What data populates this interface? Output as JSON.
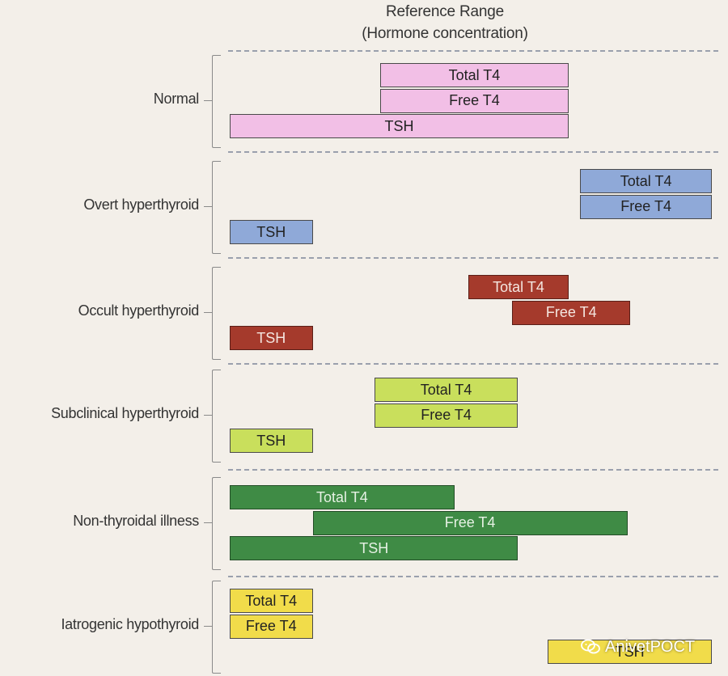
{
  "header": {
    "title": "Reference Range",
    "subtitle": "(Hormone concentration)"
  },
  "groups": [
    {
      "label": "Normal",
      "color": "#f2bfe6",
      "bars": [
        {
          "label": "Total T4",
          "start": 0.312,
          "end": 0.703
        },
        {
          "label": "Free T4",
          "start": 0.312,
          "end": 0.703
        },
        {
          "label": "TSH",
          "start": 0.0,
          "end": 0.703
        }
      ]
    },
    {
      "label": "Overt hyperthyroid",
      "color": "#8fa9d8",
      "bars": [
        {
          "label": "Total T4",
          "start": 0.727,
          "end": 1.0
        },
        {
          "label": "Free T4",
          "start": 0.727,
          "end": 1.0
        },
        {
          "label": "TSH",
          "start": 0.0,
          "end": 0.172
        }
      ]
    },
    {
      "label": "Occult hyperthyroid",
      "color": "#a53a2c",
      "bars": [
        {
          "label": "Total T4",
          "start": 0.495,
          "end": 0.703
        },
        {
          "label": "Free T4",
          "start": 0.586,
          "end": 0.831
        },
        {
          "label": "TSH",
          "start": 0.0,
          "end": 0.172
        }
      ]
    },
    {
      "label": "Subclinical hyperthyroid",
      "color": "#c9df5c",
      "bars": [
        {
          "label": "Total T4",
          "start": 0.3,
          "end": 0.598
        },
        {
          "label": "Free T4",
          "start": 0.3,
          "end": 0.598
        },
        {
          "label": "TSH",
          "start": 0.0,
          "end": 0.172
        }
      ]
    },
    {
      "label": "Non-thyroidal illness",
      "color": "#3f8b45",
      "bars": [
        {
          "label": "Total T4",
          "start": 0.0,
          "end": 0.466
        },
        {
          "label": "Free T4",
          "start": 0.172,
          "end": 0.825
        },
        {
          "label": "TSH",
          "start": 0.0,
          "end": 0.598
        }
      ]
    },
    {
      "label": "Iatrogenic hypothyroid",
      "color": "#f1dc4a",
      "bars": [
        {
          "label": "Total T4",
          "start": 0.0,
          "end": 0.172
        },
        {
          "label": "Free T4",
          "start": 0.0,
          "end": 0.172
        },
        {
          "label": "TSH",
          "start": 0.66,
          "end": 1.0
        }
      ]
    }
  ],
  "watermark": {
    "icon": "wechat-icon",
    "text": "AnivetPOCT"
  }
}
